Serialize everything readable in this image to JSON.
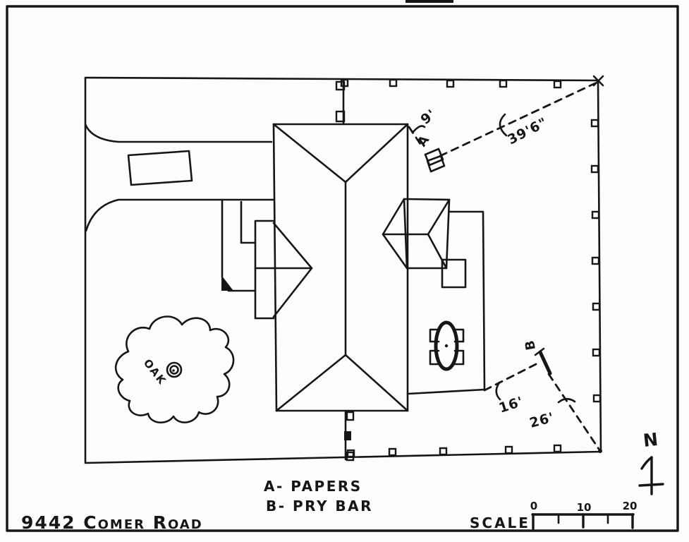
{
  "document": {
    "address": "9442 Comer Road"
  },
  "legend": {
    "item_a": "A- PAPERS",
    "item_b": "B- PRY BAR"
  },
  "markers": {
    "a": "A",
    "b": "B"
  },
  "labels": {
    "tree": "OAK",
    "north": "N",
    "scale": "SCALE"
  },
  "measurements": {
    "house_to_a": "9'",
    "a_to_ne_corner": "39'6\"",
    "patio_to_b": "16'",
    "b_to_se_corner": "26'"
  },
  "scale_bar": {
    "tick_labels": [
      "0",
      "10",
      "20"
    ]
  },
  "colors": {
    "ink": "#161616",
    "paper": "#fdfdfb"
  }
}
